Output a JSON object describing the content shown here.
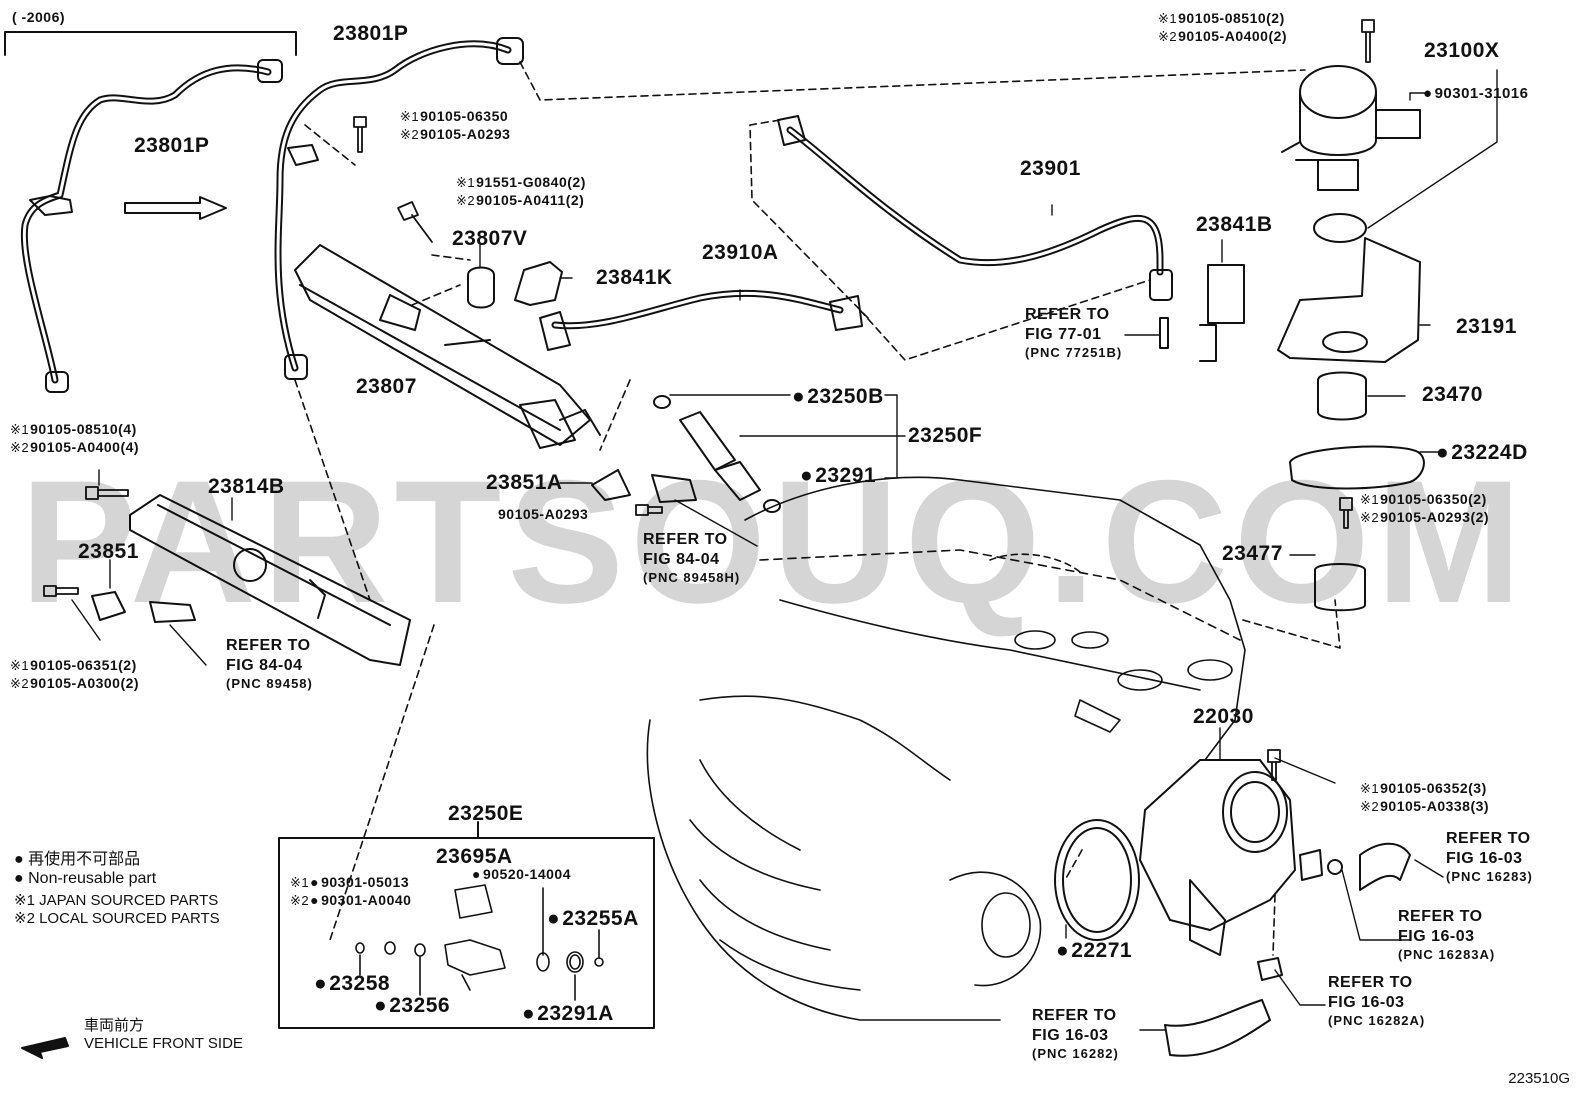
{
  "year_note": "(    -2006)",
  "parts": {
    "p23801P_left": "23801P",
    "p23801P_top": "23801P",
    "p23807V": "23807V",
    "p23841K": "23841K",
    "p23910A": "23910A",
    "p23901": "23901",
    "p23841B": "23841B",
    "p23100X": "23100X",
    "p23191": "23191",
    "p23470": "23470",
    "p23224D": "23224D",
    "p23477": "23477",
    "p23807": "23807",
    "p23250B": "23250B",
    "p23250F": "23250F",
    "p23291": "23291",
    "p23851A": "23851A",
    "p23814B": "23814B",
    "p23851": "23851",
    "p22030": "22030",
    "p22271": "22271",
    "p23250E": "23250E",
    "p23695A": "23695A",
    "p23255A": "23255A",
    "p23258": "23258",
    "p23256": "23256",
    "p23291A": "23291A"
  },
  "bolts": {
    "b_top_right_1": "90105-08510(2)",
    "b_top_right_2": "90105-A0400(2)",
    "b_90301_31016": "90301-31016",
    "b_mid_1": "90105-06350",
    "b_mid_2": "90105-A0293",
    "b_91551_1": "91551-G0840(2)",
    "b_91551_2": "90105-A0411(2)",
    "b_left_1": "90105-08510(4)",
    "b_left_2": "90105-A0400(4)",
    "b_90105_A0293": "90105-A0293",
    "b_23477_1": "90105-06350(2)",
    "b_23477_2": "90105-A0293(2)",
    "b_left_low_1": "90105-06351(2)",
    "b_left_low_2": "90105-A0300(2)",
    "b_22030_1": "90105-06352(3)",
    "b_22030_2": "90105-A0338(3)",
    "b_box_1": "90301-05013",
    "b_box_2": "90301-A0040",
    "b_box_3": "90520-14004"
  },
  "marks": {
    "m1": "※1",
    "m2": "※2"
  },
  "refs": {
    "r77_line1": "REFER TO",
    "r77_line2": "FIG 77-01",
    "r77_pnc": "(PNC 77251B)",
    "r84a_line1": "REFER TO",
    "r84a_line2": "FIG 84-04",
    "r84a_pnc": "(PNC 89458H)",
    "r84b_line1": "REFER TO",
    "r84b_line2": "FIG 84-04",
    "r84b_pnc": "(PNC 89458)",
    "r16a_line1": "REFER TO",
    "r16a_line2": "FIG 16-03",
    "r16a_pnc": "(PNC 16283)",
    "r16b_line1": "REFER TO",
    "r16b_line2": "FIG 16-03",
    "r16b_pnc": "(PNC 16283A)",
    "r16c_line1": "REFER TO",
    "r16c_line2": "FIG 16-03",
    "r16c_pnc": "(PNC 16282A)",
    "r16d_line1": "REFER TO",
    "r16d_line2": "FIG 16-03",
    "r16d_pnc": "(PNC 16282)"
  },
  "legend": {
    "jp_nonreusable": "再使用不可部品",
    "en_nonreusable": "Non-reusable part",
    "japan_sourced": "※1  JAPAN SOURCED PARTS",
    "local_sourced": "※2  LOCAL SOURCED PARTS",
    "jp_front": "車両前方",
    "en_front": "VEHICLE FRONT SIDE"
  },
  "watermark": "PARTSOUQ.COM",
  "figure_code": "223510G"
}
